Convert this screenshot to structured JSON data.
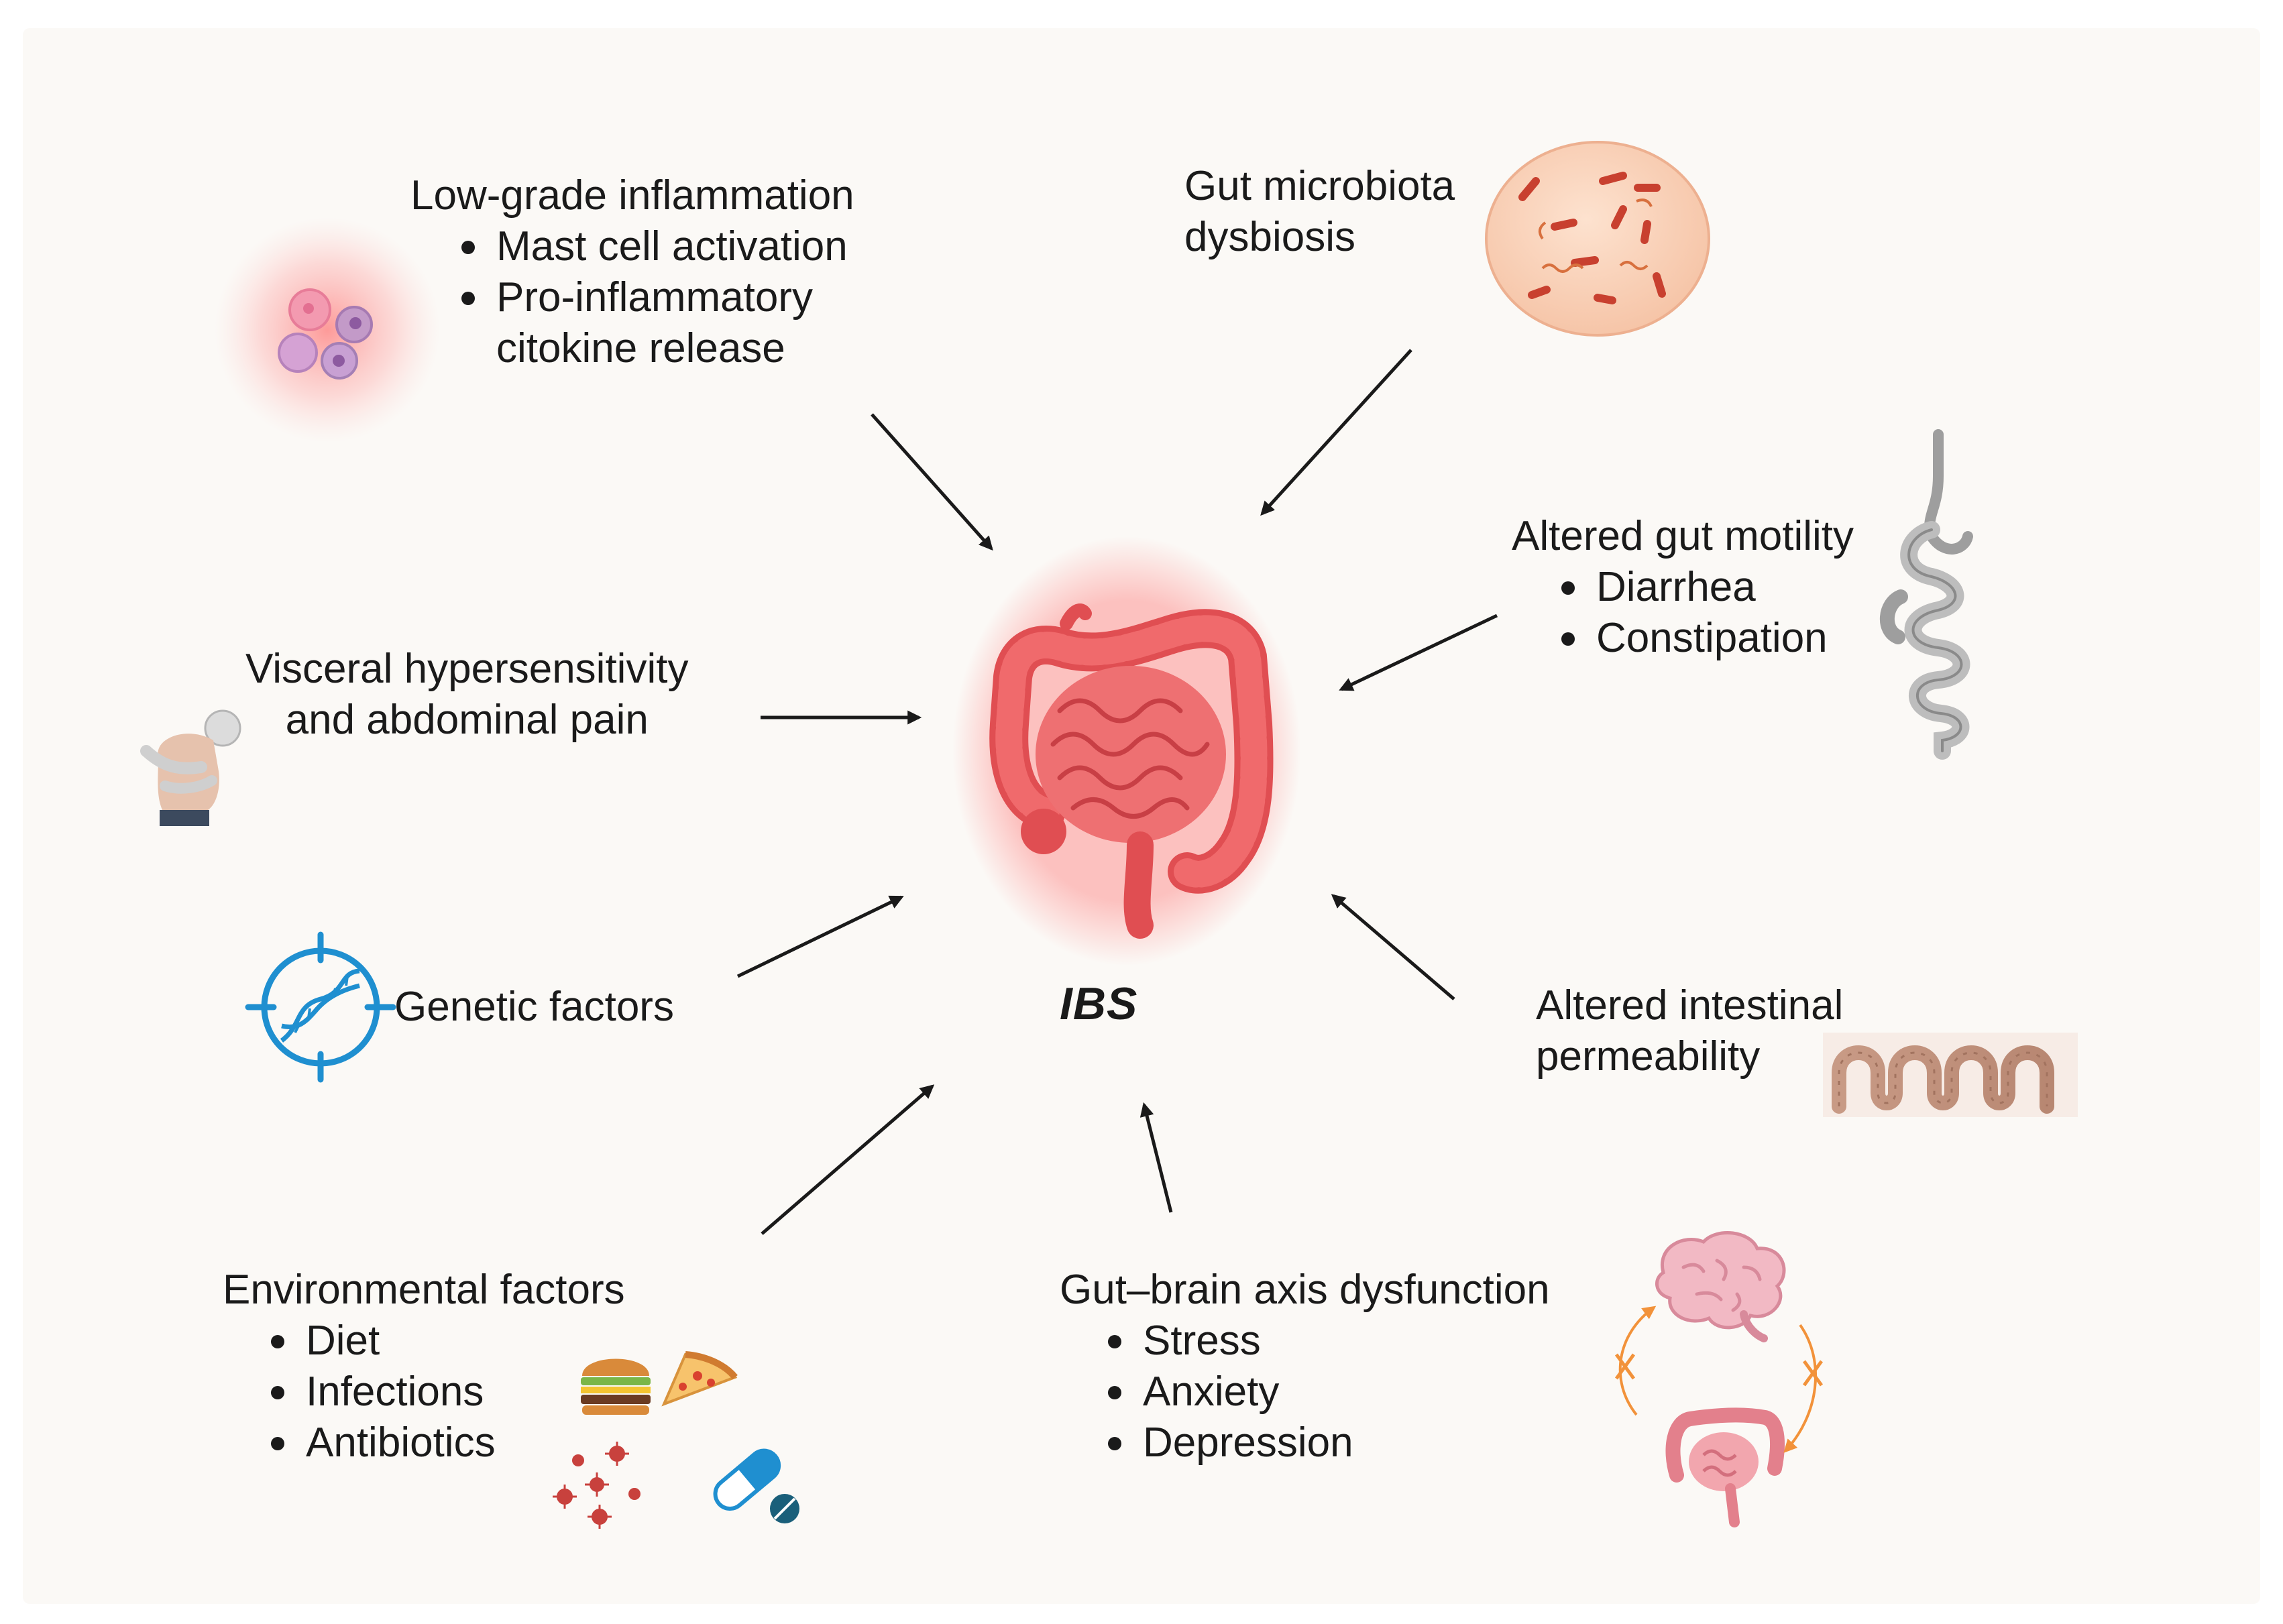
{
  "center_label": "IBS",
  "factors": {
    "inflammation": {
      "title": "Low-grade inflammation",
      "bullets": [
        "Mast cell activation",
        "Pro-inflammatory",
        "citokine release"
      ]
    },
    "microbiota": {
      "lines": [
        "Gut microbiota",
        "dysbiosis"
      ]
    },
    "motility": {
      "title": "Altered gut motility",
      "bullets": [
        "Diarrhea",
        "Constipation"
      ]
    },
    "visceral": {
      "lines": [
        "Visceral hypersensitivity",
        "and abdominal pain"
      ]
    },
    "genetic": {
      "label": "Genetic factors"
    },
    "permeability": {
      "lines": [
        "Altered intestinal",
        "permeability"
      ]
    },
    "environmental": {
      "title": "Environmental factors",
      "bullets": [
        "Diet",
        "Infections",
        "Antibiotics"
      ]
    },
    "gut_brain": {
      "title": "Gut–brain axis dysfunction",
      "bullets": [
        "Stress",
        "Anxiety",
        "Depression"
      ]
    }
  },
  "colors": {
    "intestine": "#e8575a",
    "glow": "#ff6b6b",
    "dna_blue": "#1f8fd0",
    "gut_brain_arrows": "#f2923a",
    "arrow": "#1a1a1a"
  },
  "icons": {
    "inflammation": "immune-cells-icon",
    "microbiota": "bacteria-dish-icon",
    "motility": "digestive-tract-icon",
    "visceral": "abdominal-pain-person-icon",
    "genetic": "dna-target-icon",
    "permeability": "intestinal-villi-icon",
    "environmental": [
      "burger-icon",
      "pizza-icon",
      "virus-icon",
      "pill-icon"
    ],
    "gut_brain": [
      "brain-icon",
      "intestine-icon"
    ]
  }
}
